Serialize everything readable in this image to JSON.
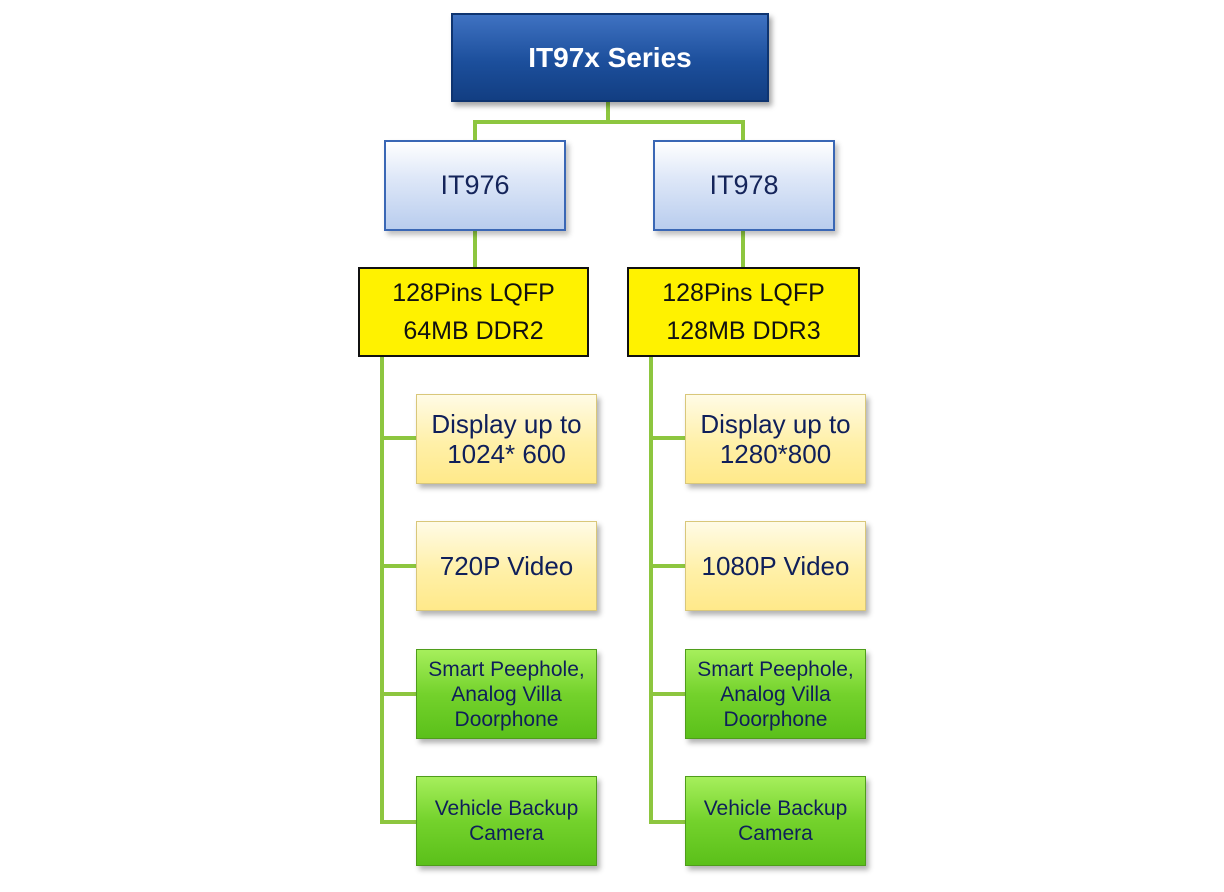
{
  "root": {
    "label": "IT97x Series"
  },
  "left": {
    "model": "IT976",
    "spec_line1": "128Pins LQFP",
    "spec_line2": "64MB DDR2",
    "display_line1": "Display up to",
    "display_line2": "1024* 600",
    "video": "720P Video",
    "app1_line1": "Smart Peephole,",
    "app1_line2": "Analog Villa",
    "app1_line3": "Doorphone",
    "app2_line1": "Vehicle Backup",
    "app2_line2": "Camera"
  },
  "right": {
    "model": "IT978",
    "spec_line1": "128Pins LQFP",
    "spec_line2": "128MB DDR3",
    "display_line1": "Display up to",
    "display_line2": "1280*800",
    "video": "1080P Video",
    "app1_line1": "Smart Peephole,",
    "app1_line2": "Analog Villa",
    "app1_line3": "Doorphone",
    "app2_line1": "Vehicle Backup",
    "app2_line2": "Camera"
  },
  "colors": {
    "root": "#1c4f9c",
    "model": "#dfe8f8",
    "spec": "#fff200",
    "feature": "#fff0a8",
    "application": "#74d22c",
    "connector": "#8dc63f"
  }
}
